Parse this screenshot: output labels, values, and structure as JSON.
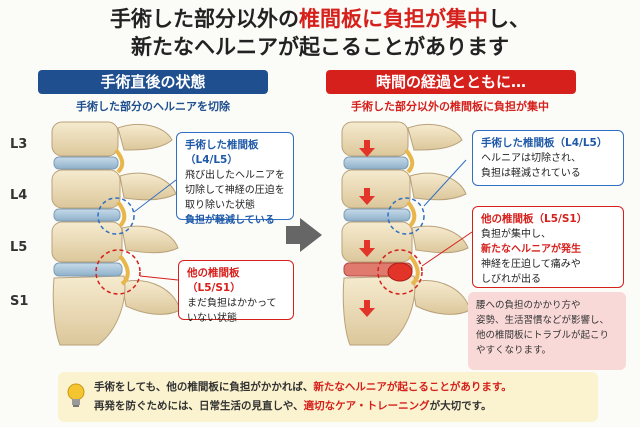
{
  "title": {
    "line1_a": "手術した部分以外の",
    "line1_b": "椎間板に負担が集中",
    "line1_c": "し、",
    "line2": "新たなヘルニアが起こることがあります"
  },
  "left_panel": {
    "header": "手術直後の状態",
    "subtitle": "手術した部分のヘルニアを切除"
  },
  "right_panel": {
    "header": "時間の経過とともに…",
    "subtitle": "手術した部分以外の椎間板に負担が集中"
  },
  "levels": {
    "l3": "L3",
    "l4": "L4",
    "l5": "L5",
    "s1": "S1"
  },
  "callouts": {
    "left_operated": {
      "heading": "手術した椎間板（L4/L5）",
      "line1": "飛び出したヘルニアを",
      "line2": "切除して神経の圧迫を",
      "line3": "取り除いた状態",
      "line4": "負担が軽減している"
    },
    "left_other": {
      "heading": "他の椎間板（L5/S1）",
      "line1": "まだ負担はかかって",
      "line2": "いない状態"
    },
    "right_operated": {
      "heading": "手術した椎間板（L4/L5）",
      "line1": "ヘルニアは切除され、",
      "line2": "負担は軽減されている"
    },
    "right_other": {
      "heading": "他の椎間板（L5/S1）",
      "line1": "負担が集中し、",
      "line2": "新たなヘルニアが発生",
      "line3": "神経を圧迫して痛みや",
      "line4": "しびれが出る"
    }
  },
  "note": {
    "line1": "腰への負担のかかり方や",
    "line2": "姿勢、生活習慣などが影響し、",
    "line3": "他の椎間板にトラブルが起こり",
    "line4": "やすくなります。"
  },
  "footer": {
    "line1_a": "手術をしても、他の椎間板に負担がかかれば、",
    "line1_b": "新たなヘルニアが起こることがあります。",
    "line2_a": "再発を防ぐためには、日常生活の見直しや、",
    "line2_b": "適切なケア・トレーニング",
    "line2_c": "が大切です。"
  },
  "colors": {
    "blue": "#1f4f8e",
    "red": "#d6201c",
    "bone": "#ecdcb8",
    "disc": "#a9c4da",
    "note_bg": "#f9d8d8",
    "footer_bg": "#fbf3cf"
  },
  "icons": {
    "arrow": "right-arrow-icon",
    "bulb": "lightbulb-icon",
    "pressure": "down-arrow-icon"
  }
}
